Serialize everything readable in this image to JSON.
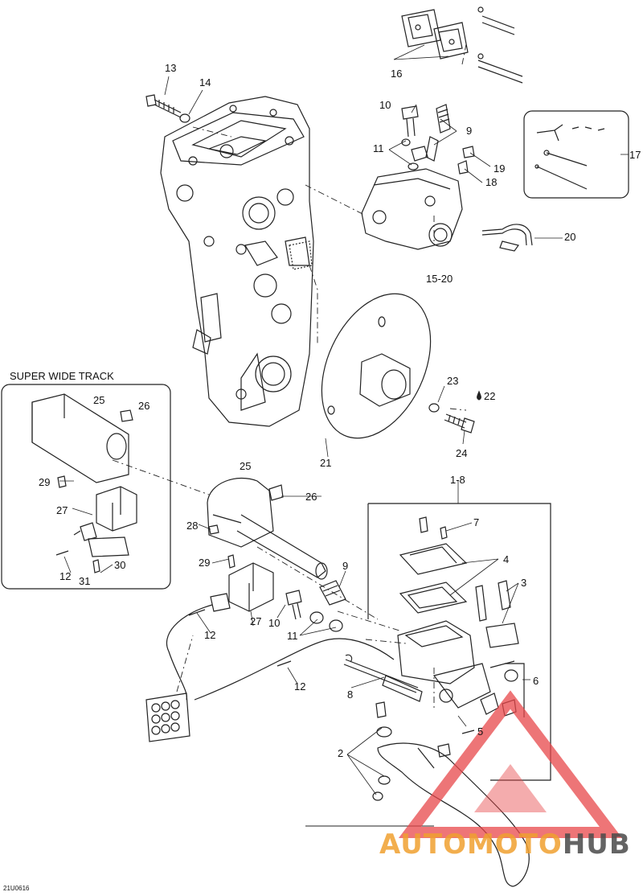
{
  "inset": {
    "title": "SUPER WIDE TRACK"
  },
  "callouts": {
    "c1_8": "1-8",
    "c2": "2",
    "c3": "3",
    "c4": "4",
    "c5": "5",
    "c6": "6",
    "c7": "7",
    "c8": "8",
    "c9_top": "9",
    "c9_mid": "9",
    "c10_top": "10",
    "c10_mid": "10",
    "c11_top": "11",
    "c11_mid": "11",
    "c12_a": "12",
    "c12_b": "12",
    "c12_inset": "12",
    "c13": "13",
    "c14": "14",
    "c15_20": "15-20",
    "c16": "16",
    "c17": "17",
    "c18": "18",
    "c19": "19",
    "c20": "20",
    "c21": "21",
    "c22": "22",
    "c23": "23",
    "c24": "24",
    "c25_main": "25",
    "c25_inset": "25",
    "c26_main": "26",
    "c26_inset": "26",
    "c27_main": "27",
    "c27_inset": "27",
    "c28": "28",
    "c29_main": "29",
    "c29_inset": "29",
    "c30": "30",
    "c31": "31"
  },
  "figure_ref": "21U0616",
  "watermark": {
    "part1": "AUTOMOTO",
    "part2": "HUB",
    "color_red": "#e8474a",
    "color_orange": "#f0a030",
    "color_dark": "#4a4a4a"
  }
}
